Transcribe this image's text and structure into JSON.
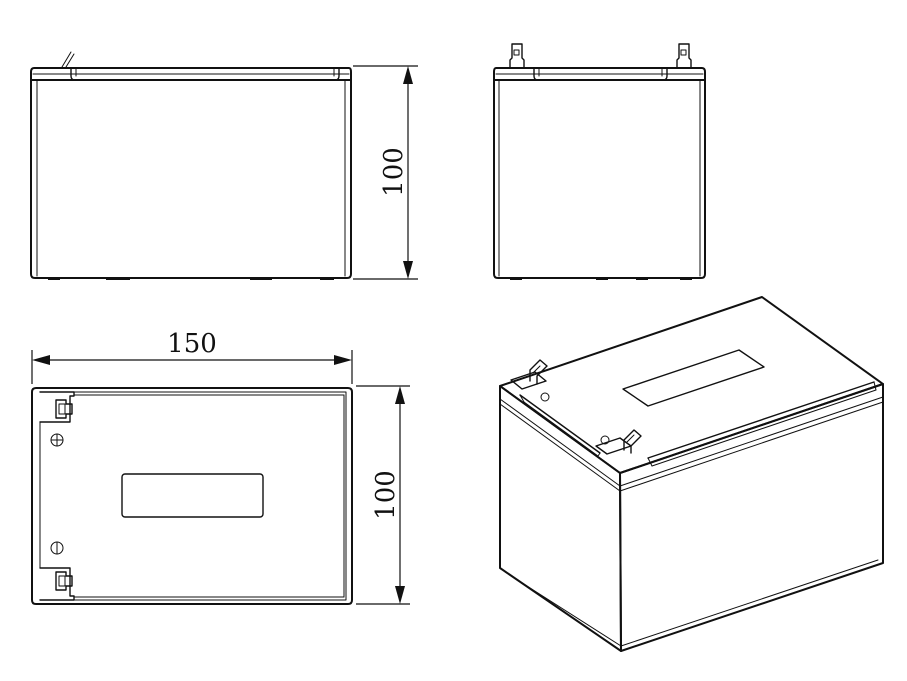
{
  "dimensions": {
    "front_height": "100",
    "top_width": "150",
    "top_depth": "100"
  },
  "colors": {
    "line": "#111111",
    "background": "#ffffff"
  }
}
